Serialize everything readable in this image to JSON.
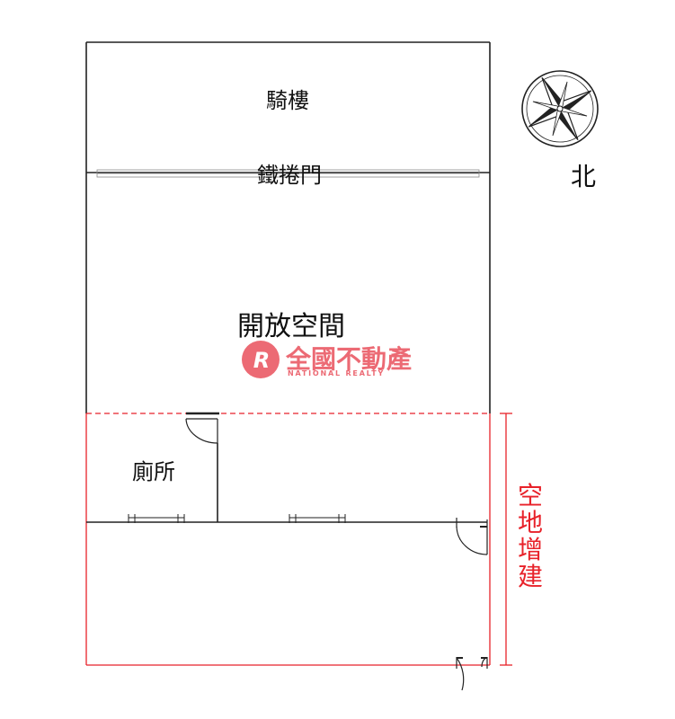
{
  "labels": {
    "arcade": "騎樓",
    "rolling_door": "鐵捲門",
    "open_space": "開放空間",
    "toilet": "廁所",
    "north": "北",
    "extension": [
      "空",
      "地",
      "增",
      "建"
    ]
  },
  "watermark": {
    "logo_letter": "R",
    "brand_cn": "全國不動產",
    "brand_en": "NATIONAL REALTY"
  },
  "colors": {
    "line": "#222222",
    "extension_red": "#e8222a",
    "watermark_red": "#e63946"
  },
  "icons": {
    "compass": "compass-rose-icon"
  }
}
